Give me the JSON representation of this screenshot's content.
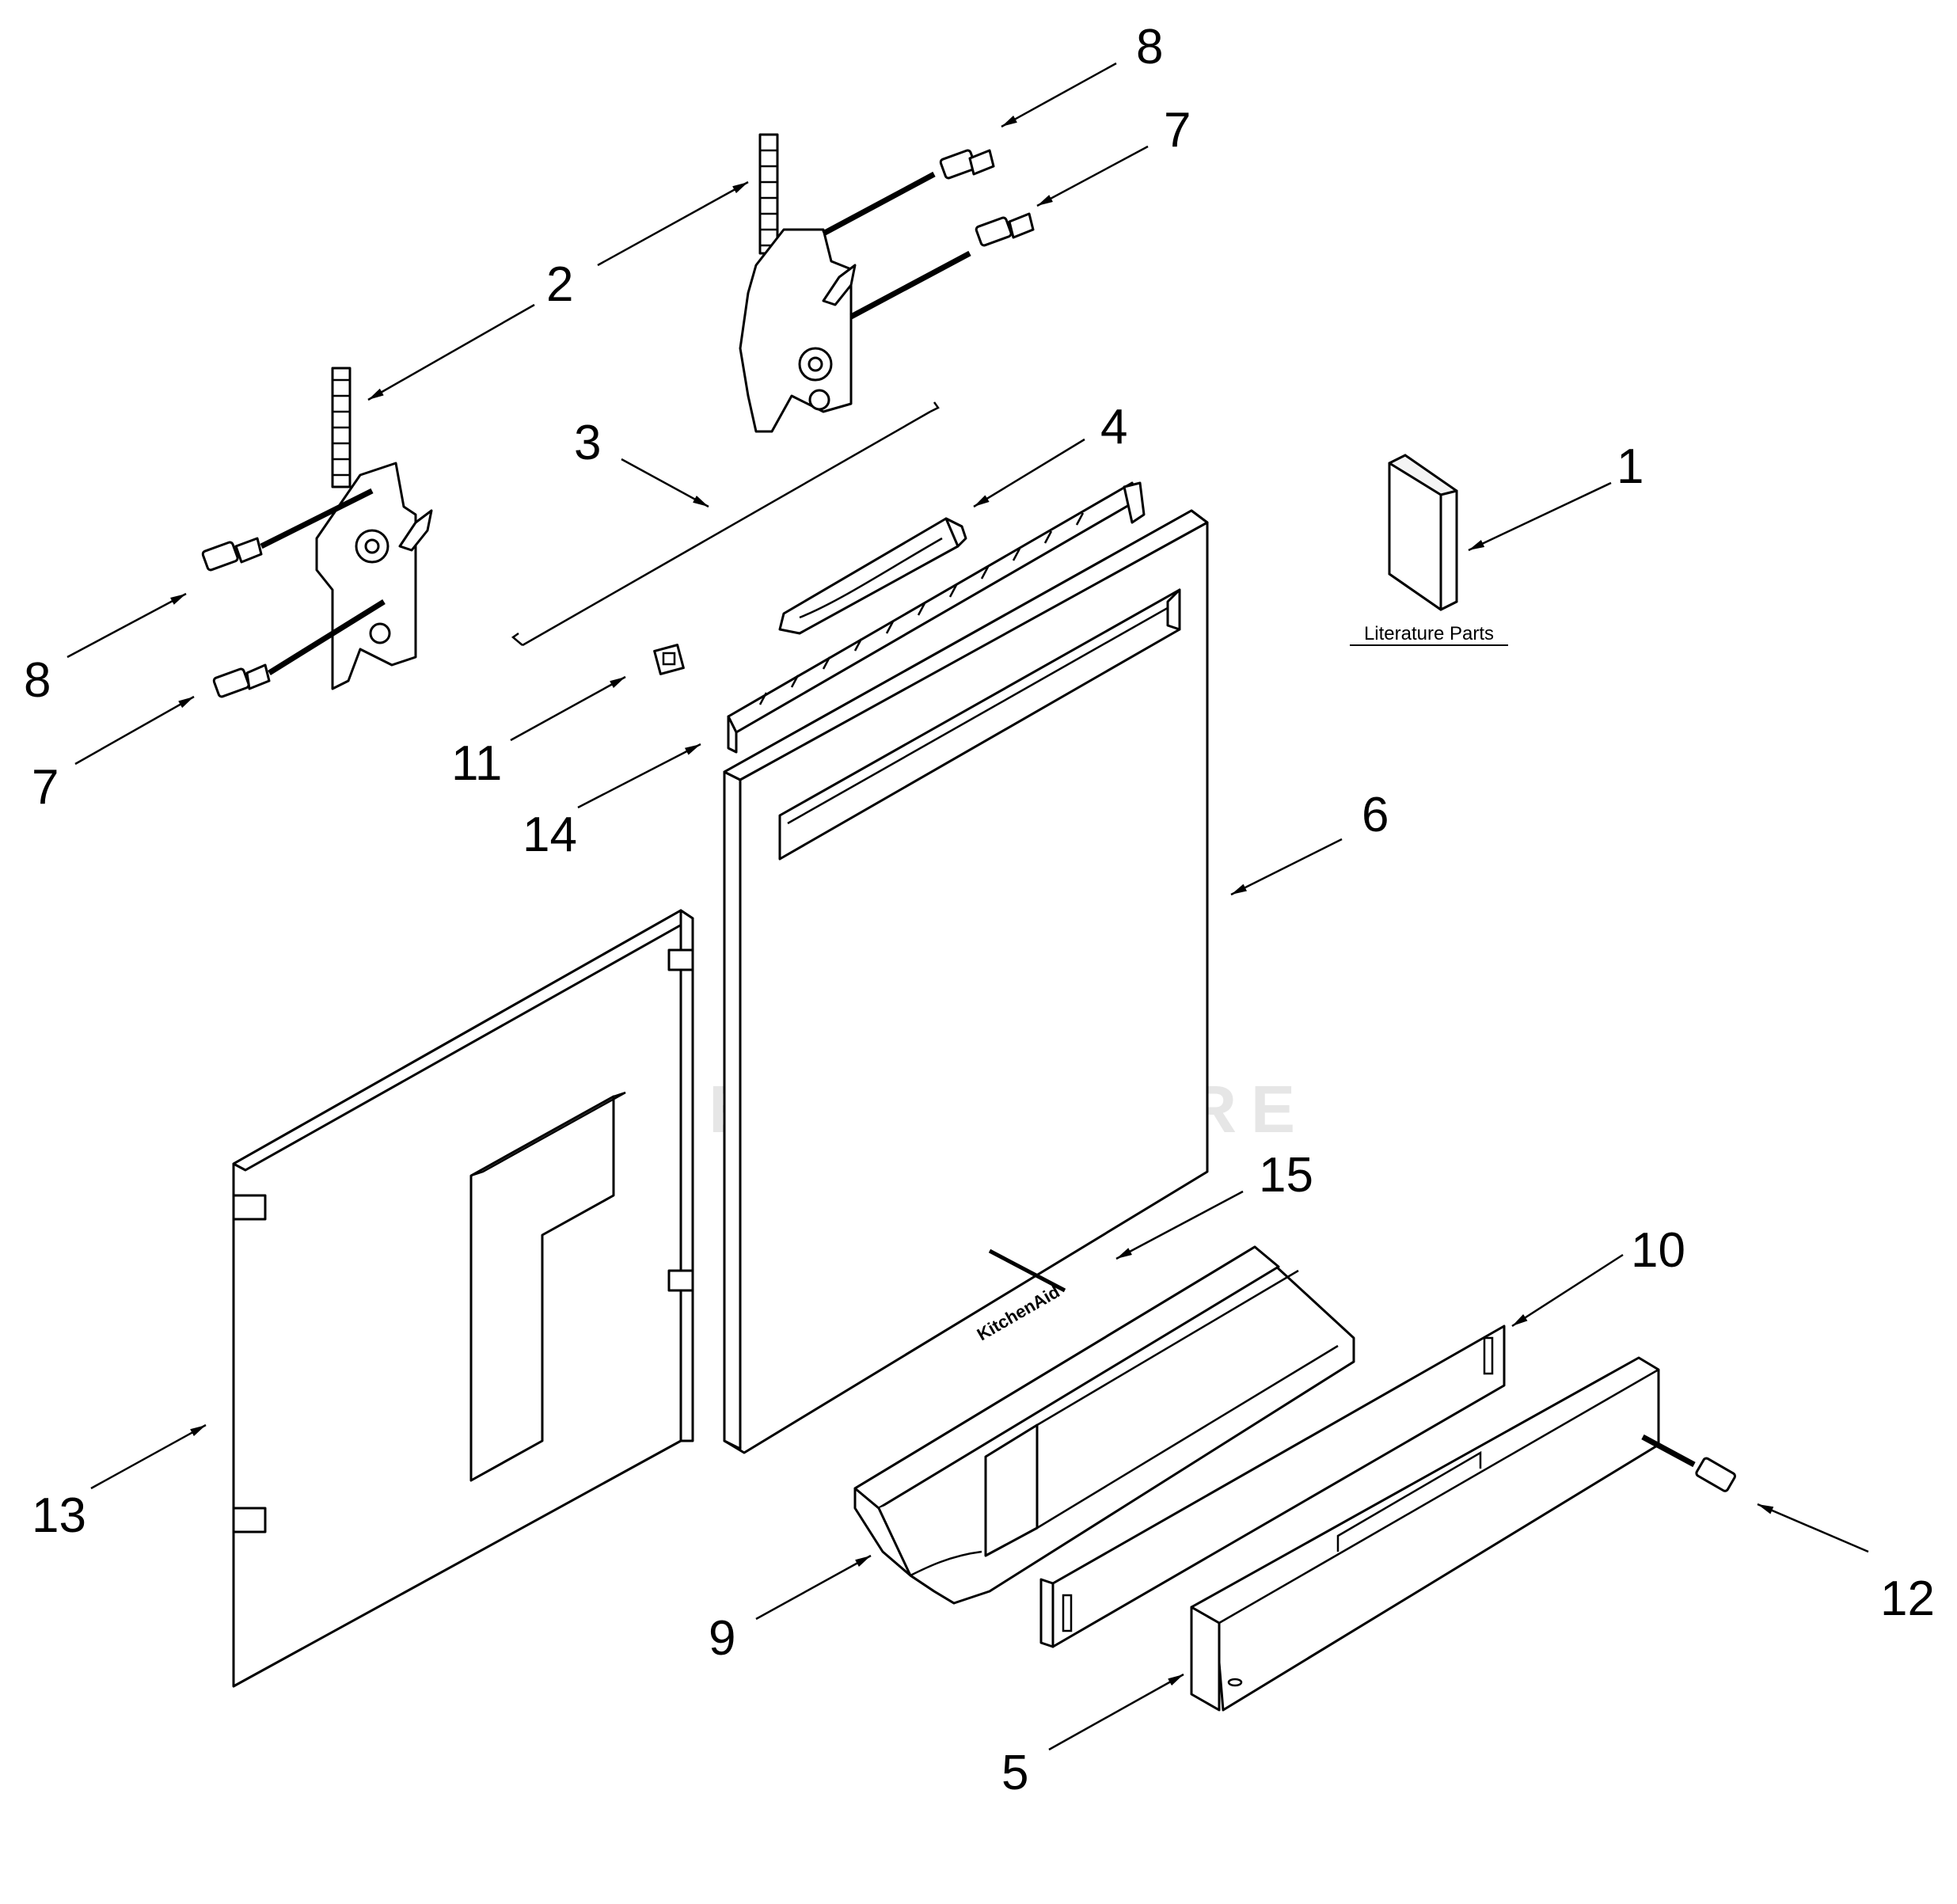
{
  "diagram": {
    "literature_label": "Literature Parts",
    "door_logo": "KitchenAid",
    "watermark": "LEADVENTURE",
    "callouts": [
      {
        "id": "1",
        "label": "1"
      },
      {
        "id": "2a",
        "label": "2"
      },
      {
        "id": "3",
        "label": "3"
      },
      {
        "id": "4",
        "label": "4"
      },
      {
        "id": "5",
        "label": "5"
      },
      {
        "id": "6",
        "label": "6"
      },
      {
        "id": "7a",
        "label": "7"
      },
      {
        "id": "7b",
        "label": "7"
      },
      {
        "id": "8a",
        "label": "8"
      },
      {
        "id": "8b",
        "label": "8"
      },
      {
        "id": "9",
        "label": "9"
      },
      {
        "id": "10",
        "label": "10"
      },
      {
        "id": "11",
        "label": "11"
      },
      {
        "id": "12",
        "label": "12"
      },
      {
        "id": "13",
        "label": "13"
      },
      {
        "id": "14",
        "label": "14"
      },
      {
        "id": "15",
        "label": "15"
      }
    ]
  }
}
